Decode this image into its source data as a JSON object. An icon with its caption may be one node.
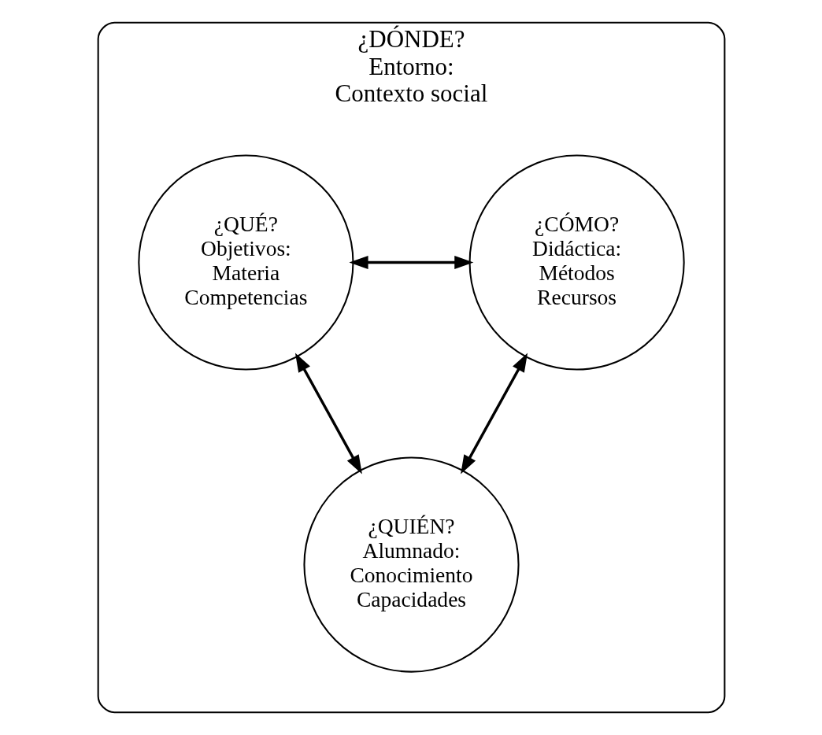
{
  "diagram": {
    "nodes": [
      {
        "text": [
          "¿DÓNDE?",
          "Entorno:",
          "Contexto social"
        ]
      },
      {
        "text": [
          "¿QUÉ?",
          "Objetivos:",
          "Materia",
          "Competencias"
        ],
        "in": 0
      },
      {
        "text": [
          "¿CÓMO?",
          "Didáctica:",
          "Métodos",
          "Recursos"
        ],
        "in": 0
      },
      {
        "text": [
          "¿QUIÉN?",
          "Alumnado:",
          "Conocimiento",
          "Capacidades"
        ],
        "in": 0
      }
    ],
    "edges": [
      {
        "from": 1,
        "to": 2,
        "arrow": "both"
      },
      {
        "from": 1,
        "to": 3,
        "arrow": "both"
      },
      {
        "from": 2,
        "to": 3,
        "arrow": "both"
      }
    ]
  }
}
